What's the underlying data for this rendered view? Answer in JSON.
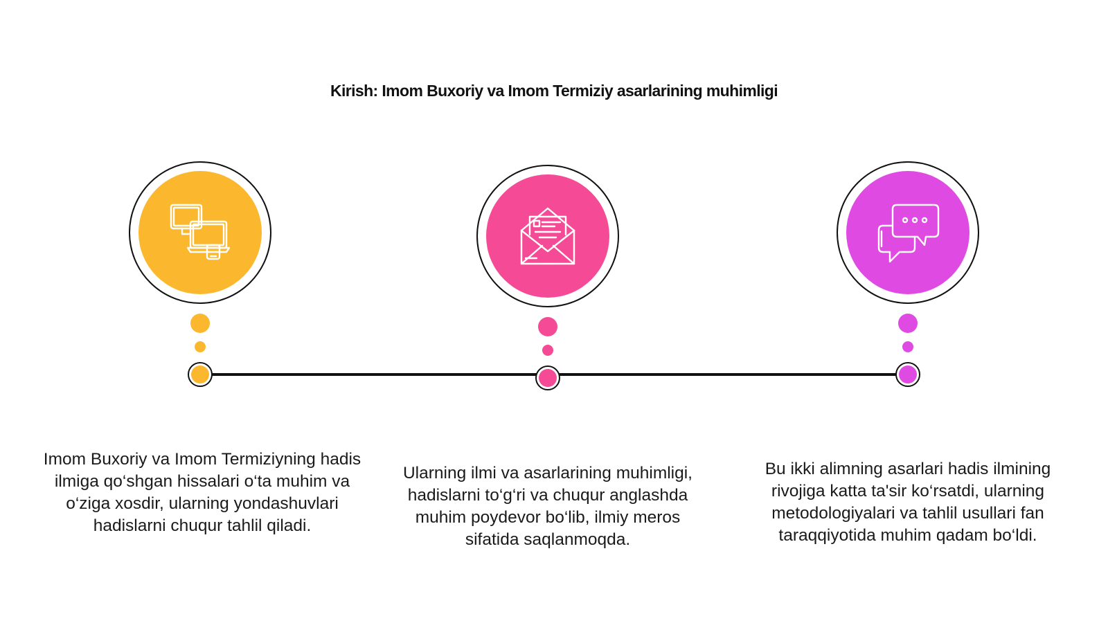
{
  "title": "Kirish: Imom Buxoriy va Imom Termiziy asarlarining muhimligi",
  "colors": {
    "step1": "#fbb82e",
    "step2": "#f54b96",
    "step3": "#df4be2",
    "line": "#111111"
  },
  "steps": [
    {
      "icon": "devices-icon",
      "color": "#fbb82e",
      "text": "Imom Buxoriy va Imom Termiziyning hadis ilmiga qo‘shgan hissalari o‘ta muhim va o‘ziga xosdir, ularning yondashuvlari hadislarni chuqur tahlil qiladi."
    },
    {
      "icon": "envelope-letter-icon",
      "color": "#f54b96",
      "text": "Ularning ilmi va asarlarining muhimligi, hadislarni to‘g‘ri va chuqur anglashda muhim poydevor bo‘lib, ilmiy meros sifatida saqlanmoqda."
    },
    {
      "icon": "chat-bubbles-icon",
      "color": "#df4be2",
      "text": "Bu ikki alimning asarlari hadis ilmining rivojiga katta ta'sir ko‘rsatdi, ularning metodologiyalari va tahlil usullari fan taraqqiyotida muhim qadam bo‘ldi."
    }
  ]
}
